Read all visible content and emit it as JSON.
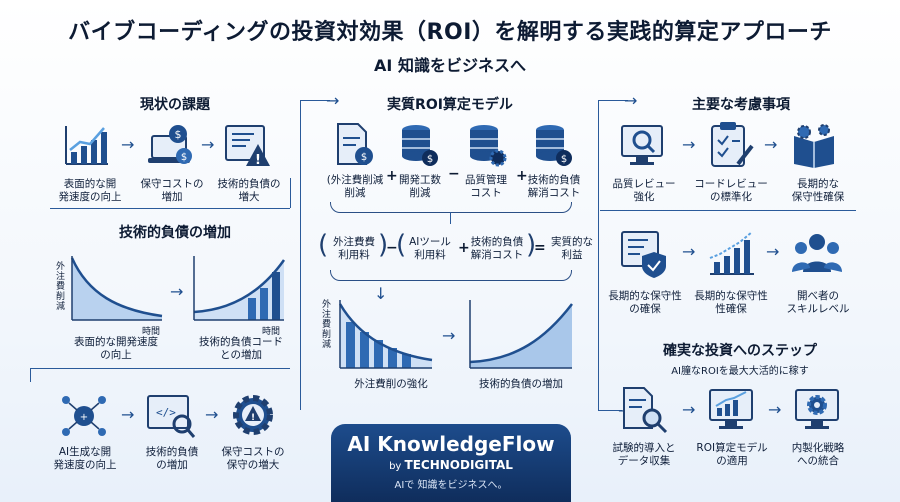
{
  "header": {
    "title": "バイブコーディングの投資対効果（ROI）を解明する実践的算定アプローチ",
    "subtitle": "AI 知識をビジネスへ"
  },
  "current_issues": {
    "title": "現状の課題",
    "items": [
      "表面的な開\n発速度の向上",
      "保守コストの\n増加",
      "技術的負債の\n増大"
    ]
  },
  "tech_debt": {
    "title": "技術的負債の増加",
    "chart_left": {
      "ylabel": "外\n注\n費\n削\n減",
      "xlabel": "時間",
      "caption": "表面的な開発速度\nの向上"
    },
    "chart_right": {
      "xlabel": "時間",
      "caption": "技術的負債コード\nとの増加"
    }
  },
  "bottom_left": {
    "items": [
      "AI生成な開\n発速度の向上",
      "技術的負債\nの増加",
      "保守コストの\n保守の増大"
    ]
  },
  "roi_model": {
    "title": "実質ROI算定モデル",
    "terms": [
      "(外注費削減\n削減",
      "開発工数\n削減",
      "品質管理\nコスト",
      "技術的負債\n解消コスト"
    ],
    "ops": [
      "+",
      "−",
      "+"
    ],
    "formula_parts": [
      "外注費費\n利用料",
      "AIツール\n利用料",
      "技術的負債\n解消コスト",
      "実質的な\n利益"
    ],
    "formula_ops": [
      "−",
      "+",
      "="
    ],
    "chart_left": {
      "ylabel": "外\n注\n費\n削\n減",
      "caption": "外注費削の強化"
    },
    "chart_right": {
      "caption": "技術的負債の増加"
    }
  },
  "considerations": {
    "title": "主要な考慮事項",
    "row1": [
      "品質レビュー\n強化",
      "コードレビュー\nの標準化",
      "長期的な\n保守性確保"
    ],
    "row2": [
      "長期的な保守性\nの確保",
      "長期的な保守性\n性確保",
      "開べ者の\nスキルレベル"
    ]
  },
  "steps": {
    "title": "確実な投資へのステップ",
    "subtitle": "AI膧なROIを最大大活的に稼す",
    "items": [
      "試験的導入と\nデータ収集",
      "ROI算定モデル\nの適用",
      "内製化戦略\nへの統合"
    ]
  },
  "brand": {
    "name": "AI KnowledgeFlow",
    "by": "by",
    "company": "TECHNODIGITAL",
    "tagline": "AIで 知識をビジネスへ。"
  },
  "colors": {
    "primary": "#1f4f8f",
    "dark": "#0f2d5c",
    "light": "#cfe0f5"
  }
}
